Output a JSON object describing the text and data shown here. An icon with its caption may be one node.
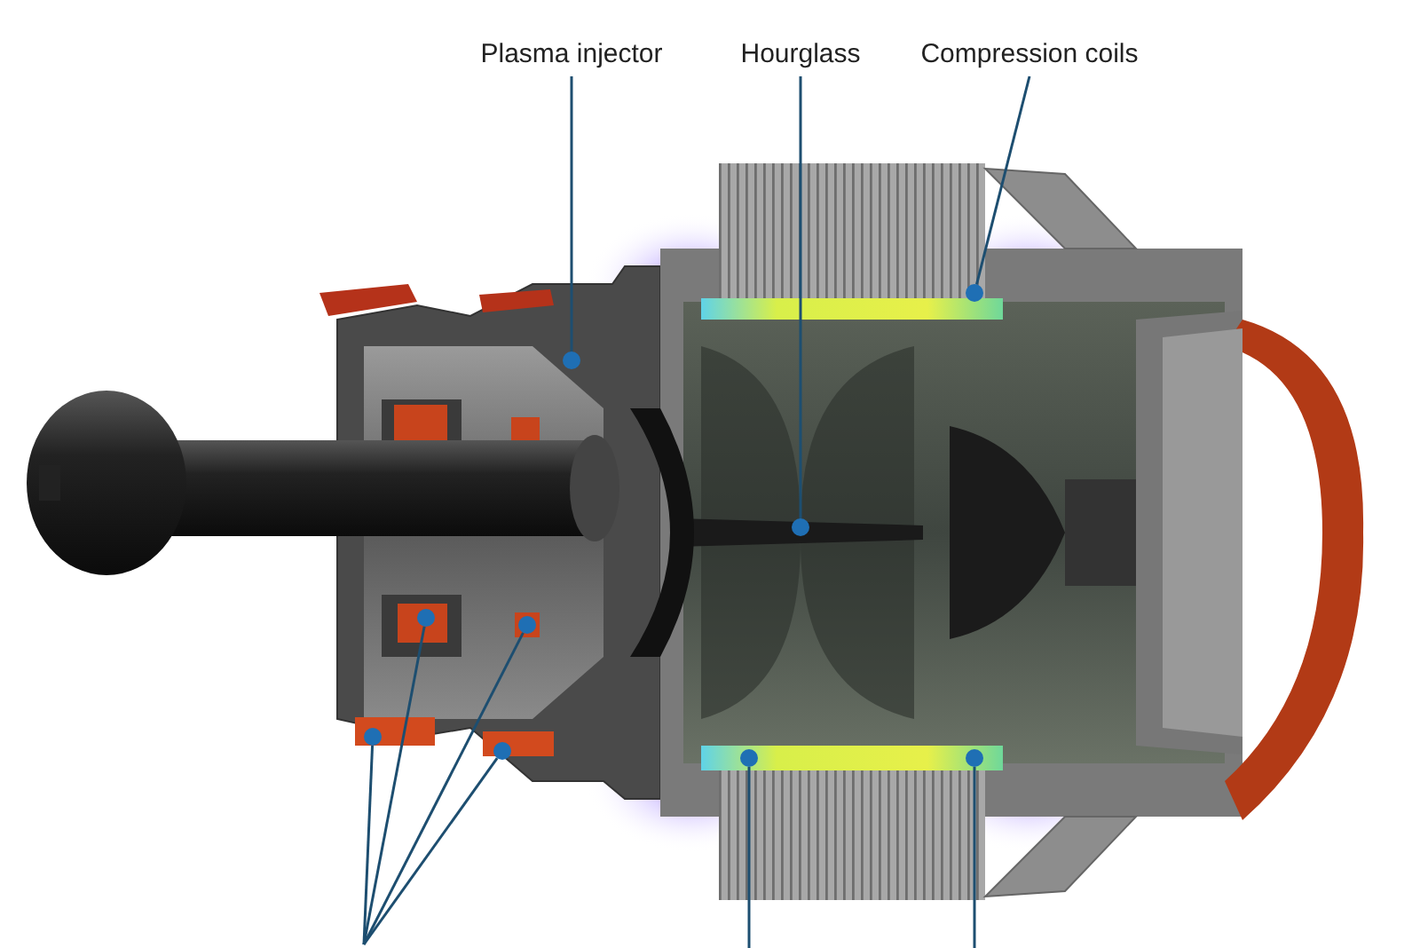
{
  "diagram": {
    "nodes": [
      {
        "text": [
          "Plasma injector"
        ]
      },
      {
        "text": [
          "Hourglass"
        ]
      },
      {
        "text": [
          "Compression coils"
        ]
      },
      {
        "text": [],
        "shape": "circle"
      },
      {
        "text": [],
        "shape": "circle"
      },
      {
        "text": [],
        "shape": "circle"
      },
      {
        "text": [],
        "shape": "circle"
      },
      {
        "text": [],
        "shape": "circle"
      },
      {
        "text": [],
        "shape": "circle"
      },
      {
        "text": [],
        "shape": "circle"
      },
      {
        "text": [],
        "shape": "circle"
      },
      {
        "text": [],
        "shape": "circle"
      }
    ],
    "edges": [
      {
        "from": 0,
        "to": 3,
        "arrow": "none"
      },
      {
        "from": 1,
        "to": 4,
        "arrow": "none"
      },
      {
        "from": 2,
        "to": 5,
        "arrow": "none"
      },
      {
        "from": null,
        "to": 6,
        "arrow": "none"
      },
      {
        "from": null,
        "to": 7,
        "arrow": "none"
      },
      {
        "from": null,
        "to": 8,
        "arrow": "none"
      },
      {
        "from": null,
        "to": 9,
        "arrow": "none"
      },
      {
        "from": null,
        "to": 10,
        "arrow": "none"
      },
      {
        "from": null,
        "to": 11,
        "arrow": "none"
      }
    ]
  }
}
